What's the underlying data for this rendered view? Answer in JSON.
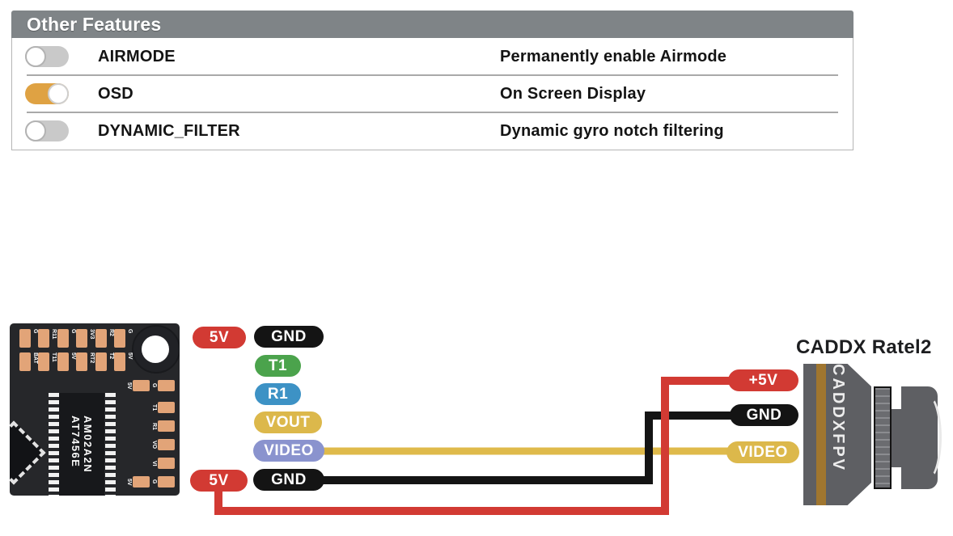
{
  "colors": {
    "header-gray": "#7f8487",
    "toggle-on": "#dfa243",
    "toggle-off": "#c9c9c9",
    "wire-red": "#d23a33",
    "wire-black": "#141414",
    "wire-yellow": "#dfba4b",
    "pin-green": "#4ba34c",
    "pin-blue": "#3d92c5",
    "pin-gold": "#dcb84b",
    "pin-lavender": "#8a93ce",
    "pcb": "#26272a",
    "copper": "#e2a478",
    "camera-gray": "#5e5f63",
    "camera-stripe": "#a0762f"
  },
  "features_panel": {
    "title": "Other Features",
    "rows": [
      {
        "name": "AIRMODE",
        "description": "Permanently enable Airmode",
        "enabled": false
      },
      {
        "name": "OSD",
        "description": "On Screen Display",
        "enabled": true
      },
      {
        "name": "DYNAMIC_FILTER",
        "description": "Dynamic gyro notch filtering",
        "enabled": false
      }
    ]
  },
  "wiring_diagram": {
    "board": {
      "chip_line1": "AT7456E",
      "chip_line2": "AM02A2N",
      "top_pads_row1": [
        "G",
        "R11",
        "G",
        "3V3",
        "R2",
        "G"
      ],
      "top_pads_row2": [
        "BAT",
        "T11",
        "5V",
        "RT2",
        "T2",
        "5V"
      ],
      "edge_pads": [
        "5V",
        "G",
        "T1",
        "R1",
        "VO",
        "VI",
        "5V",
        "G"
      ]
    },
    "fc_pins": {
      "pwr_top": "5V",
      "gnd_top": "GND",
      "uart_tx": "T1",
      "uart_rx": "R1",
      "vout": "VOUT",
      "video_in": "VIDEO",
      "pwr_bottom": "5V",
      "gnd_bottom": "GND"
    },
    "camera": {
      "title": "CADDX Ratel2",
      "side_label": "CADDXFPV",
      "pin_power": "+5V",
      "pin_ground": "GND",
      "pin_video": "VIDEO"
    }
  }
}
